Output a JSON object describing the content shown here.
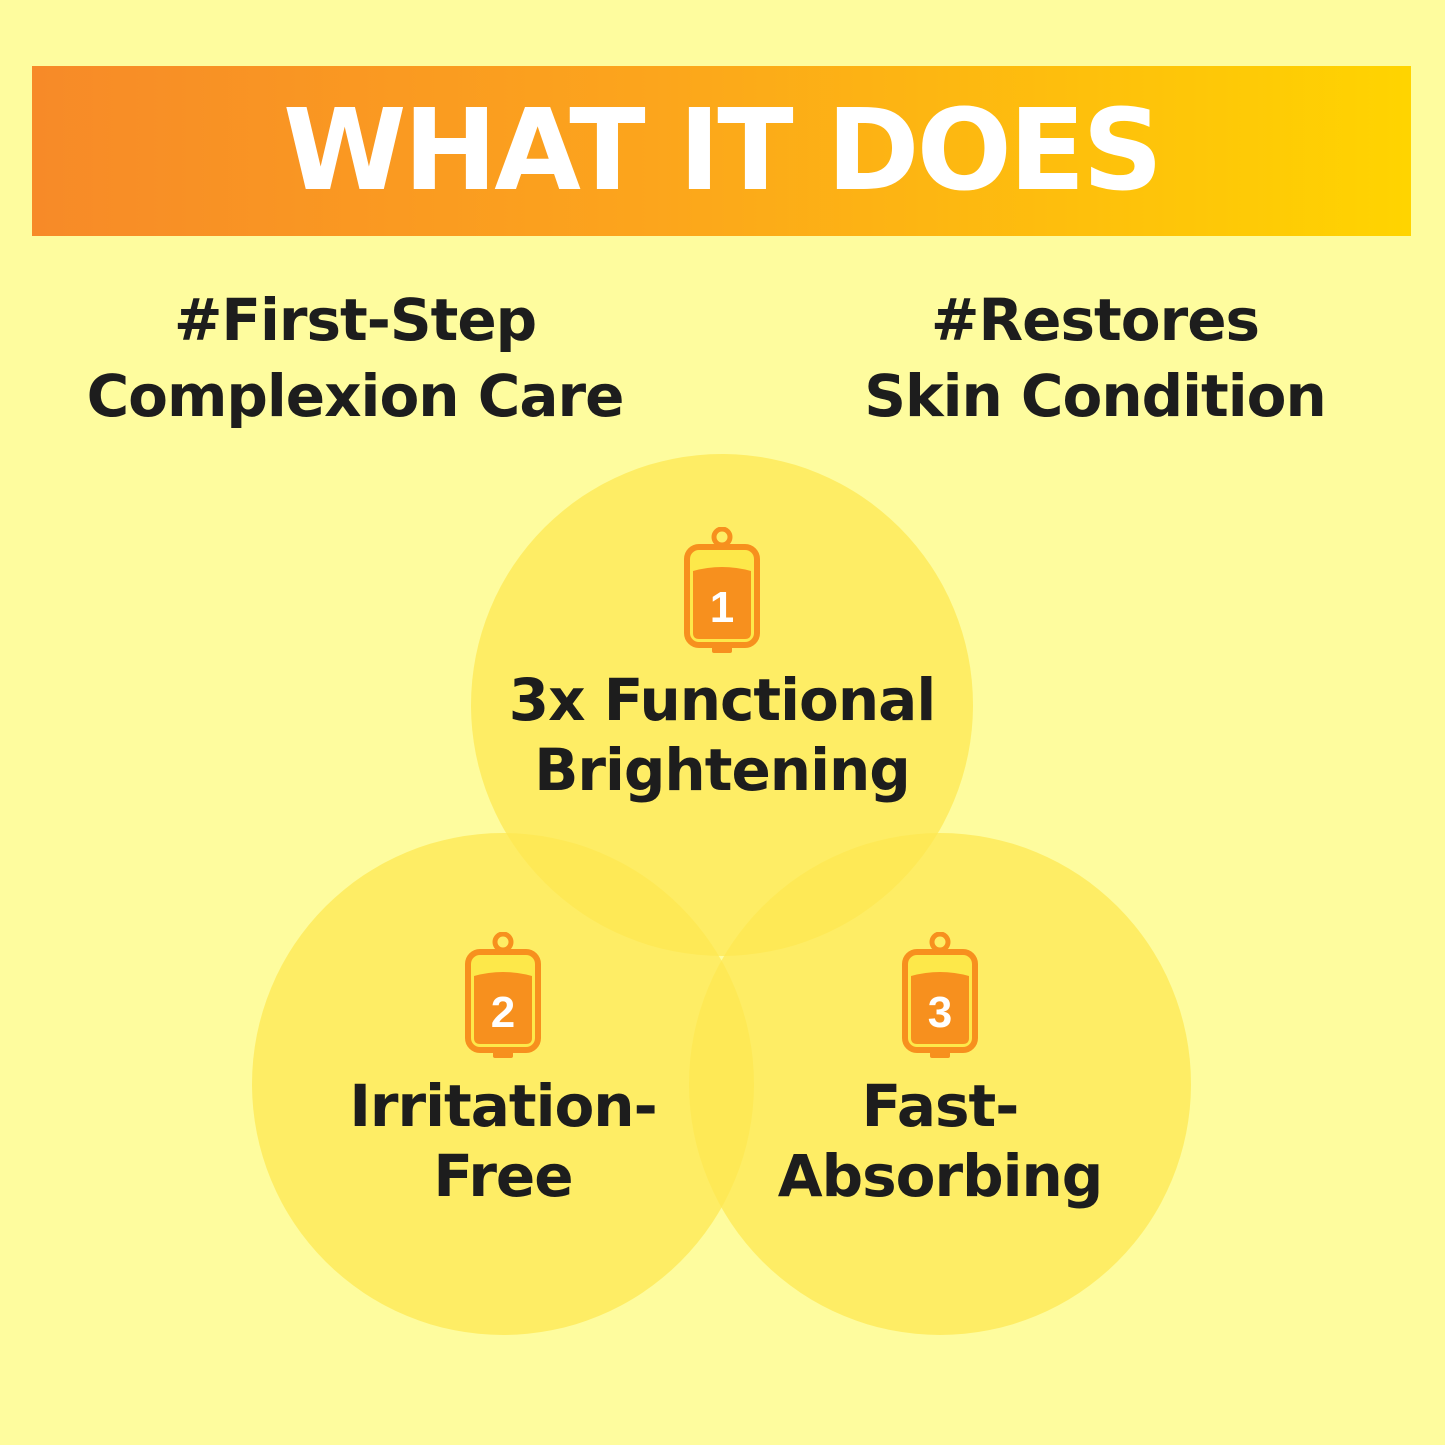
{
  "header": {
    "title": "WHAT IT DOES"
  },
  "tags": [
    {
      "line1": "#First-Step",
      "line2": "Complexion Care"
    },
    {
      "line1": "#Restores",
      "line2": "Skin Condition"
    }
  ],
  "features": [
    {
      "number": "1",
      "line1": "3x Functional",
      "line2": "Brightening",
      "icon": "serum-bag-icon"
    },
    {
      "number": "2",
      "line1": "Irritation-",
      "line2": "Free",
      "icon": "serum-bag-icon"
    },
    {
      "number": "3",
      "line1": "Fast-",
      "line2": "Absorbing",
      "icon": "serum-bag-icon"
    }
  ],
  "colors": {
    "background": "#fefc9e",
    "banner_start": "#f78a28",
    "banner_end": "#ffd400",
    "circle": "#fde84a",
    "icon": "#f7901e"
  }
}
